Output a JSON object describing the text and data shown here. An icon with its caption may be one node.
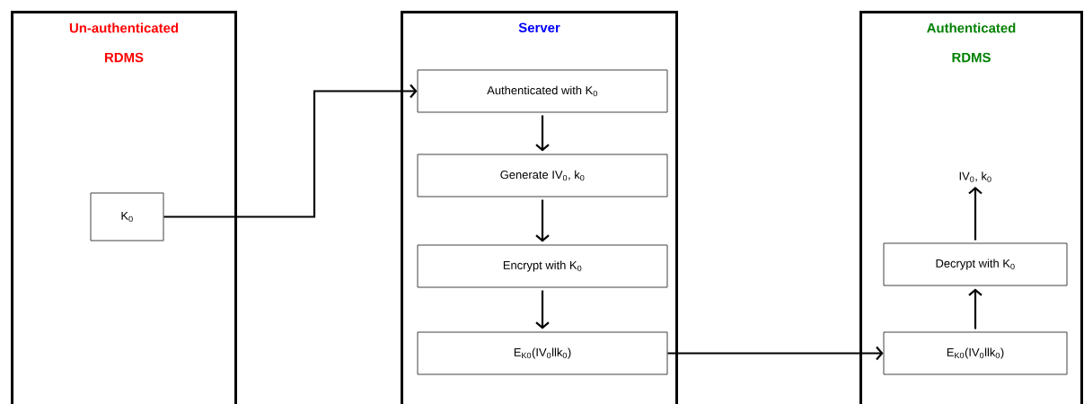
{
  "diagram": {
    "nodes": [
      {
        "text": [
          "Un-authenticated RDMS"
        ]
      },
      {
        "text": [
          "K$_{0}$"
        ],
        "in": 0
      },
      {
        "text": [
          "Server"
        ]
      },
      {
        "text": [
          "Authenticated with K$_{0}$"
        ],
        "in": 2
      },
      {
        "text": [
          "Generate IV$_{0}$, k$_{0}$"
        ],
        "in": 2
      },
      {
        "text": [
          "Encrypt with K$_{0}$"
        ],
        "in": 2
      },
      {
        "text": [
          "E$_{K0}$(IV$_{0}$llk$_{0}$)"
        ],
        "in": 2
      },
      {
        "text": [
          "Authenticated RDMS"
        ]
      },
      {
        "text": [
          "E$_{K0}$(IV$_{0}$llk$_{0}$)"
        ],
        "in": 7
      },
      {
        "text": [
          "Decrypt with K$_{0}$"
        ],
        "in": 7
      },
      {
        "text": [
          "IV$_{0}$, k$_{0}$"
        ],
        "in": 7
      }
    ],
    "edges": [
      {
        "from": 1,
        "to": 3,
        "arrow": "to"
      },
      {
        "from": 3,
        "to": 4,
        "arrow": "to"
      },
      {
        "from": 4,
        "to": 5,
        "arrow": "to"
      },
      {
        "from": 5,
        "to": 6,
        "arrow": "to"
      },
      {
        "from": 6,
        "to": 8,
        "arrow": "to"
      },
      {
        "from": 8,
        "to": 9,
        "arrow": "to"
      },
      {
        "from": 9,
        "to": 10,
        "arrow": "to"
      }
    ]
  }
}
